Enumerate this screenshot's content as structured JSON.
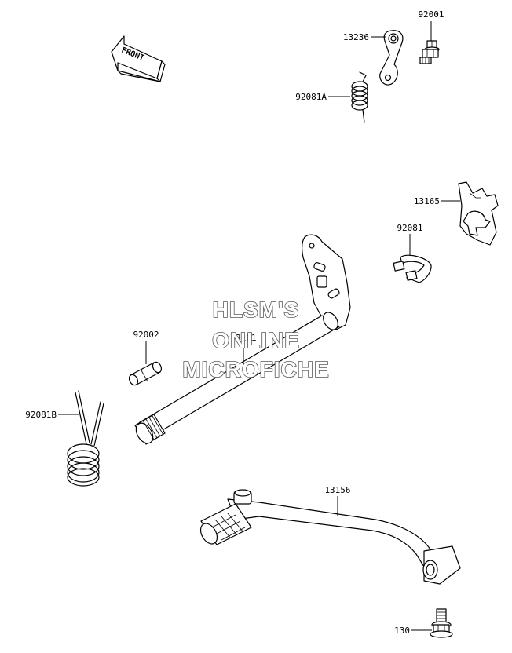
{
  "front_arrow": {
    "label": "FRONT"
  },
  "parts": [
    {
      "id": "13236",
      "label": "13236"
    },
    {
      "id": "92001",
      "label": "92001"
    },
    {
      "id": "92081A",
      "label": "92081A"
    },
    {
      "id": "13165",
      "label": "13165"
    },
    {
      "id": "92081",
      "label": "92081"
    },
    {
      "id": "92002",
      "label": "92002"
    },
    {
      "id": "13161",
      "label": "13161"
    },
    {
      "id": "92081B",
      "label": "92081B"
    },
    {
      "id": "13156",
      "label": "13156"
    },
    {
      "id": "130",
      "label": "130"
    }
  ],
  "watermark": {
    "line1": "HLSM'S",
    "line2": "ONLINE",
    "line3": "MICROFICHE"
  }
}
